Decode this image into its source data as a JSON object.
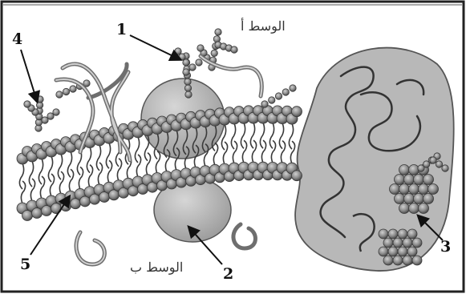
{
  "diagram": {
    "regions": {
      "top_medium": "الوسط أ",
      "bottom_medium": "الوسط ب"
    },
    "labels": [
      {
        "id": "1",
        "text": "1"
      },
      {
        "id": "2",
        "text": "2"
      },
      {
        "id": "3",
        "text": "3"
      },
      {
        "id": "4",
        "text": "4"
      },
      {
        "id": "5",
        "text": "5"
      }
    ],
    "colors": {
      "head": "#8a8a8a",
      "head_dark": "#5a5a5a",
      "protein": "#a9a9a9",
      "protein_light": "#c4c4c4",
      "tail": "#444444",
      "frame": "#222222"
    }
  }
}
